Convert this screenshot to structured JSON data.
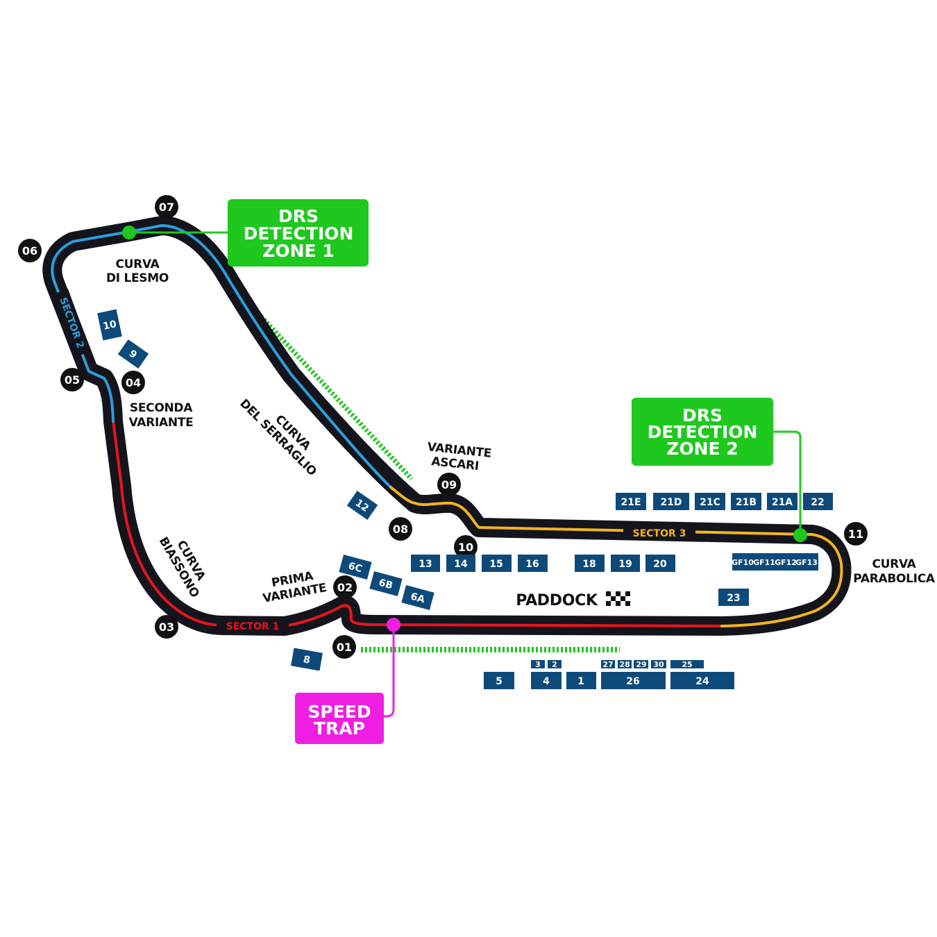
{
  "colors": {
    "track": "#14141c",
    "sector1": "#e8141e",
    "sector2": "#2b9fdc",
    "sector3": "#f2b51d",
    "drs": "#1ec81e",
    "speed_trap": "#ee1fe3",
    "grandstand": "#0d4a7a",
    "turn_marker": "#111111"
  },
  "drs_zone_1": {
    "line1": "DRS",
    "line2": "DETECTION",
    "line3": "ZONE 1"
  },
  "drs_zone_2": {
    "line1": "DRS",
    "line2": "DETECTION",
    "line3": "ZONE 2"
  },
  "speed_trap": {
    "line1": "SPEED",
    "line2": "TRAP"
  },
  "sectors": {
    "s1": "SECTOR 1",
    "s2": "SECTOR 2",
    "s3": "SECTOR 3"
  },
  "turns": [
    "01",
    "02",
    "03",
    "04",
    "05",
    "06",
    "07",
    "08",
    "09",
    "10",
    "11"
  ],
  "corner_names": {
    "lesmo_1": "CURVA",
    "lesmo_2": "DI LESMO",
    "seconda_1": "SECONDA",
    "seconda_2": "VARIANTE",
    "serraglio_1": "CURVA",
    "serraglio_2": "DEL SERRAGLIO",
    "ascari_1": "VARIANTE",
    "ascari_2": "ASCARI",
    "parabolica_1": "CURVA",
    "parabolica_2": "PARABOLICA",
    "biassono_1": "CURVA",
    "biassono_2": "BIASSONO",
    "prima_1": "PRIMA",
    "prima_2": "VARIANTE"
  },
  "paddock": "PADDOCK",
  "grandstands": [
    "1",
    "2",
    "3",
    "4",
    "5",
    "6A",
    "6B",
    "6C",
    "8",
    "9",
    "10",
    "12",
    "13",
    "14",
    "15",
    "16",
    "18",
    "19",
    "20",
    "21A",
    "21B",
    "21C",
    "21D",
    "21E",
    "22",
    "23",
    "24",
    "25",
    "26",
    "27",
    "28",
    "29",
    "30",
    "GF10",
    "GF11",
    "GF12",
    "GF13"
  ]
}
